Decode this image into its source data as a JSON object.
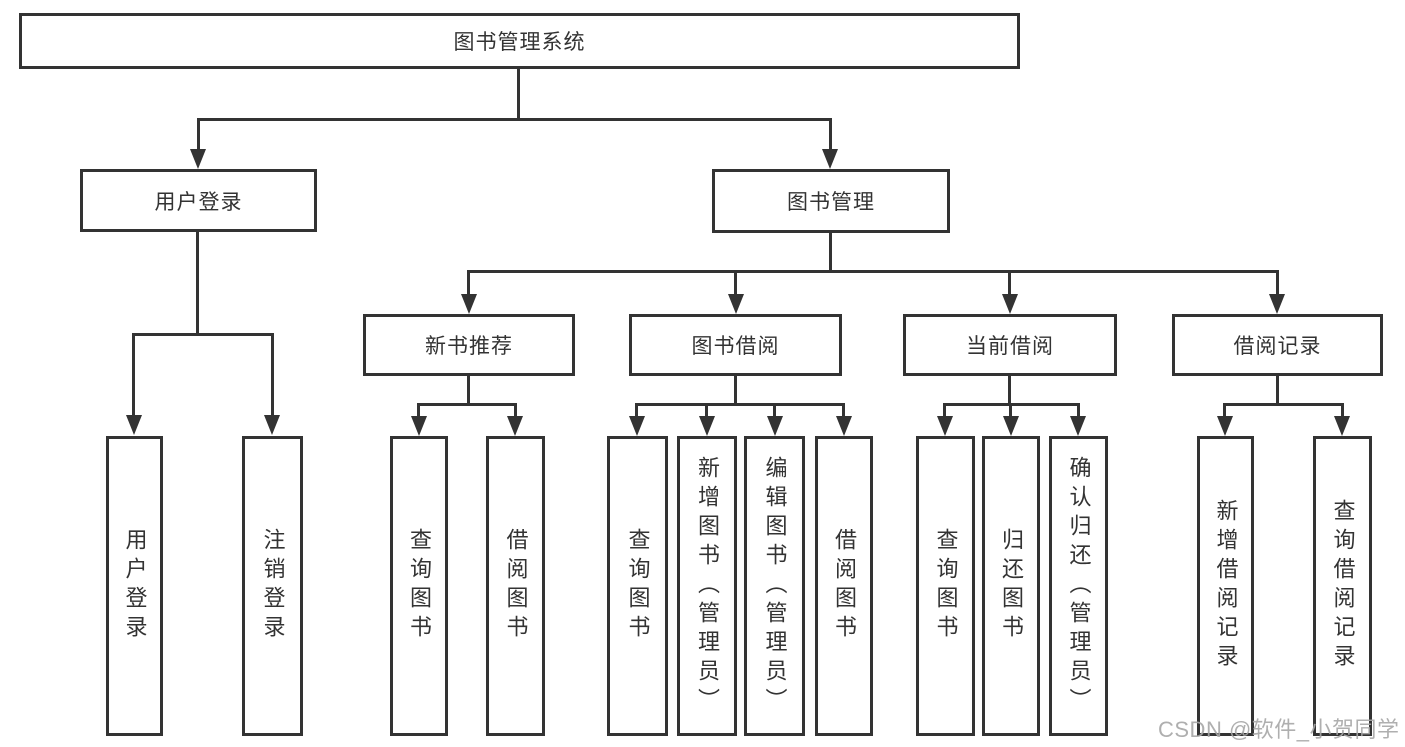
{
  "diagram": {
    "root": {
      "label": "图书管理系统"
    },
    "level2": {
      "user_login": {
        "label": "用户登录"
      },
      "book_mgmt": {
        "label": "图书管理"
      }
    },
    "level3": {
      "new_book_rec": {
        "label": "新书推荐"
      },
      "book_borrow": {
        "label": "图书借阅"
      },
      "current_borrow": {
        "label": "当前借阅"
      },
      "borrow_records": {
        "label": "借阅记录"
      }
    },
    "leaves": {
      "user_login_leaf": {
        "label": "用户登录"
      },
      "logout": {
        "label": "注销登录"
      },
      "nb_query_books": {
        "label": "查询图书"
      },
      "nb_borrow_books": {
        "label": "借阅图书"
      },
      "bb_query_books": {
        "label": "查询图书"
      },
      "bb_add_books": {
        "label": "新增图书（管理员）"
      },
      "bb_edit_books": {
        "label": "编辑图书（管理员）"
      },
      "bb_borrow_books": {
        "label": "借阅图书"
      },
      "cb_query_books": {
        "label": "查询图书"
      },
      "cb_return_books": {
        "label": "归还图书"
      },
      "cb_confirm_return": {
        "label": "确认归还（管理员）"
      },
      "br_add_record": {
        "label": "新增借阅记录"
      },
      "br_query_record": {
        "label": "查询借阅记录"
      }
    }
  },
  "watermark": {
    "text": "CSDN @软件_小贺同学"
  },
  "colors": {
    "line": "#333333",
    "text": "#333333",
    "watermark": "#a6a6a6",
    "background": "#ffffff"
  }
}
